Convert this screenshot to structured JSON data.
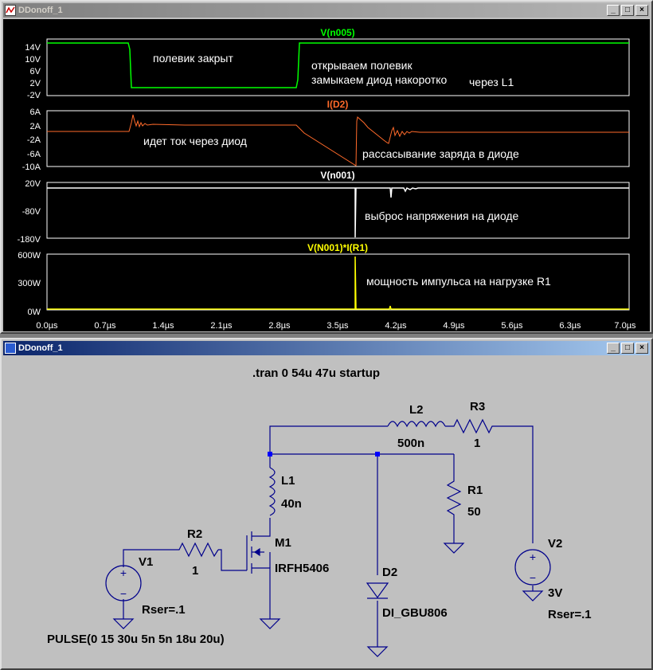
{
  "top_window": {
    "title": "DDonoff_1",
    "buttons": {
      "minimize": "_",
      "restore": "□",
      "close": "×"
    },
    "panes": [
      {
        "trace": "V(n005)",
        "trace_color": "#00ff00",
        "yticks": [
          "14V",
          "10V",
          "6V",
          "2V",
          "-2V"
        ],
        "annotations": [
          "полевик закрыт",
          "открываем полевик",
          "замыкаем диод накоротко",
          "через L1"
        ]
      },
      {
        "trace": "I(D2)",
        "trace_color": "#ff6a2a",
        "yticks": [
          "6A",
          "2A",
          "-2A",
          "-6A",
          "-10A"
        ],
        "annotations": [
          "идет ток через диод",
          "рассасывание заряда в диоде"
        ]
      },
      {
        "trace": "V(n001)",
        "trace_color": "#ffffff",
        "yticks": [
          "20V",
          "-80V",
          "-180V"
        ],
        "annotations": [
          "выброс напряжения на диоде"
        ]
      },
      {
        "trace": "V(N001)*I(R1)",
        "trace_color": "#ffff00",
        "yticks": [
          "600W",
          "300W",
          "0W"
        ],
        "annotations": [
          "мощность импульса на нагрузке  R1"
        ]
      }
    ],
    "xticks": [
      "0.0µs",
      "0.7µs",
      "1.4µs",
      "2.1µs",
      "2.8µs",
      "3.5µs",
      "4.2µs",
      "4.9µs",
      "5.6µs",
      "6.3µs",
      "7.0µs"
    ]
  },
  "bottom_window": {
    "title": "DDonoff_1",
    "buttons": {
      "minimize": "_",
      "restore": "□",
      "close": "×"
    },
    "directive": ".tran 0 54u 47u startup",
    "components": {
      "L2": {
        "name": "L2",
        "value": "500n"
      },
      "R3": {
        "name": "R3",
        "value": "1"
      },
      "L1": {
        "name": "L1",
        "value": "40n"
      },
      "R1": {
        "name": "R1",
        "value": "50"
      },
      "R2": {
        "name": "R2",
        "value": "1"
      },
      "M1": {
        "name": "M1",
        "value": "IRFH5406"
      },
      "V1": {
        "name": "V1",
        "value": "Rser=.1",
        "source": "PULSE(0 15 30u 5n 5n 18u 20u)"
      },
      "D2": {
        "name": "D2",
        "value": "DI_GBU806"
      },
      "V2": {
        "name": "V2",
        "value": "3V",
        "rser": "Rser=.1"
      }
    }
  }
}
